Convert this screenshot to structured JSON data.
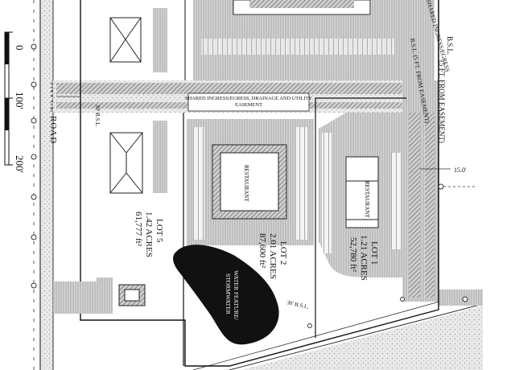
{
  "road": {
    "name": "JAYCE ROAD"
  },
  "scale_bar": {
    "ticks": [
      "0",
      "100'",
      "200'"
    ]
  },
  "easement": {
    "line1": "SHARED INGRESS/EGRESS, DRAINAGE AND UTILITY",
    "line2": "EASEMENT"
  },
  "setbacks": {
    "top_right_line1": "B.S.L.",
    "top_right_line2": "(5 FT. FROM EASEMENT)",
    "top_right_rot1": "B.S.L. (5 FT. FROM EASEMENT)",
    "diag_right": "SHARED INGRESS/EGRESS",
    "left": "30' B.S.L.",
    "bottom": "30' B.S.L.",
    "dimension": "15.0'"
  },
  "lots": [
    {
      "id": "lot5",
      "label": "LOT 5",
      "acres": "1.42 ACRES",
      "sqft": "61,777 ft²"
    },
    {
      "id": "lot2",
      "label": "LOT 2",
      "acres": "2.01 ACRES",
      "sqft": "87,600 ft²"
    },
    {
      "id": "lot1",
      "label": "LOT 1",
      "acres": "1.21 ACRES",
      "sqft": "52,780 ft²"
    }
  ],
  "buildings": {
    "restaurant_center": "RESTAURANT",
    "restaurant_right": "RESTAURANT"
  },
  "water_feature": {
    "line1": "WATER FEATURE/",
    "line2": "STORMWATER"
  }
}
